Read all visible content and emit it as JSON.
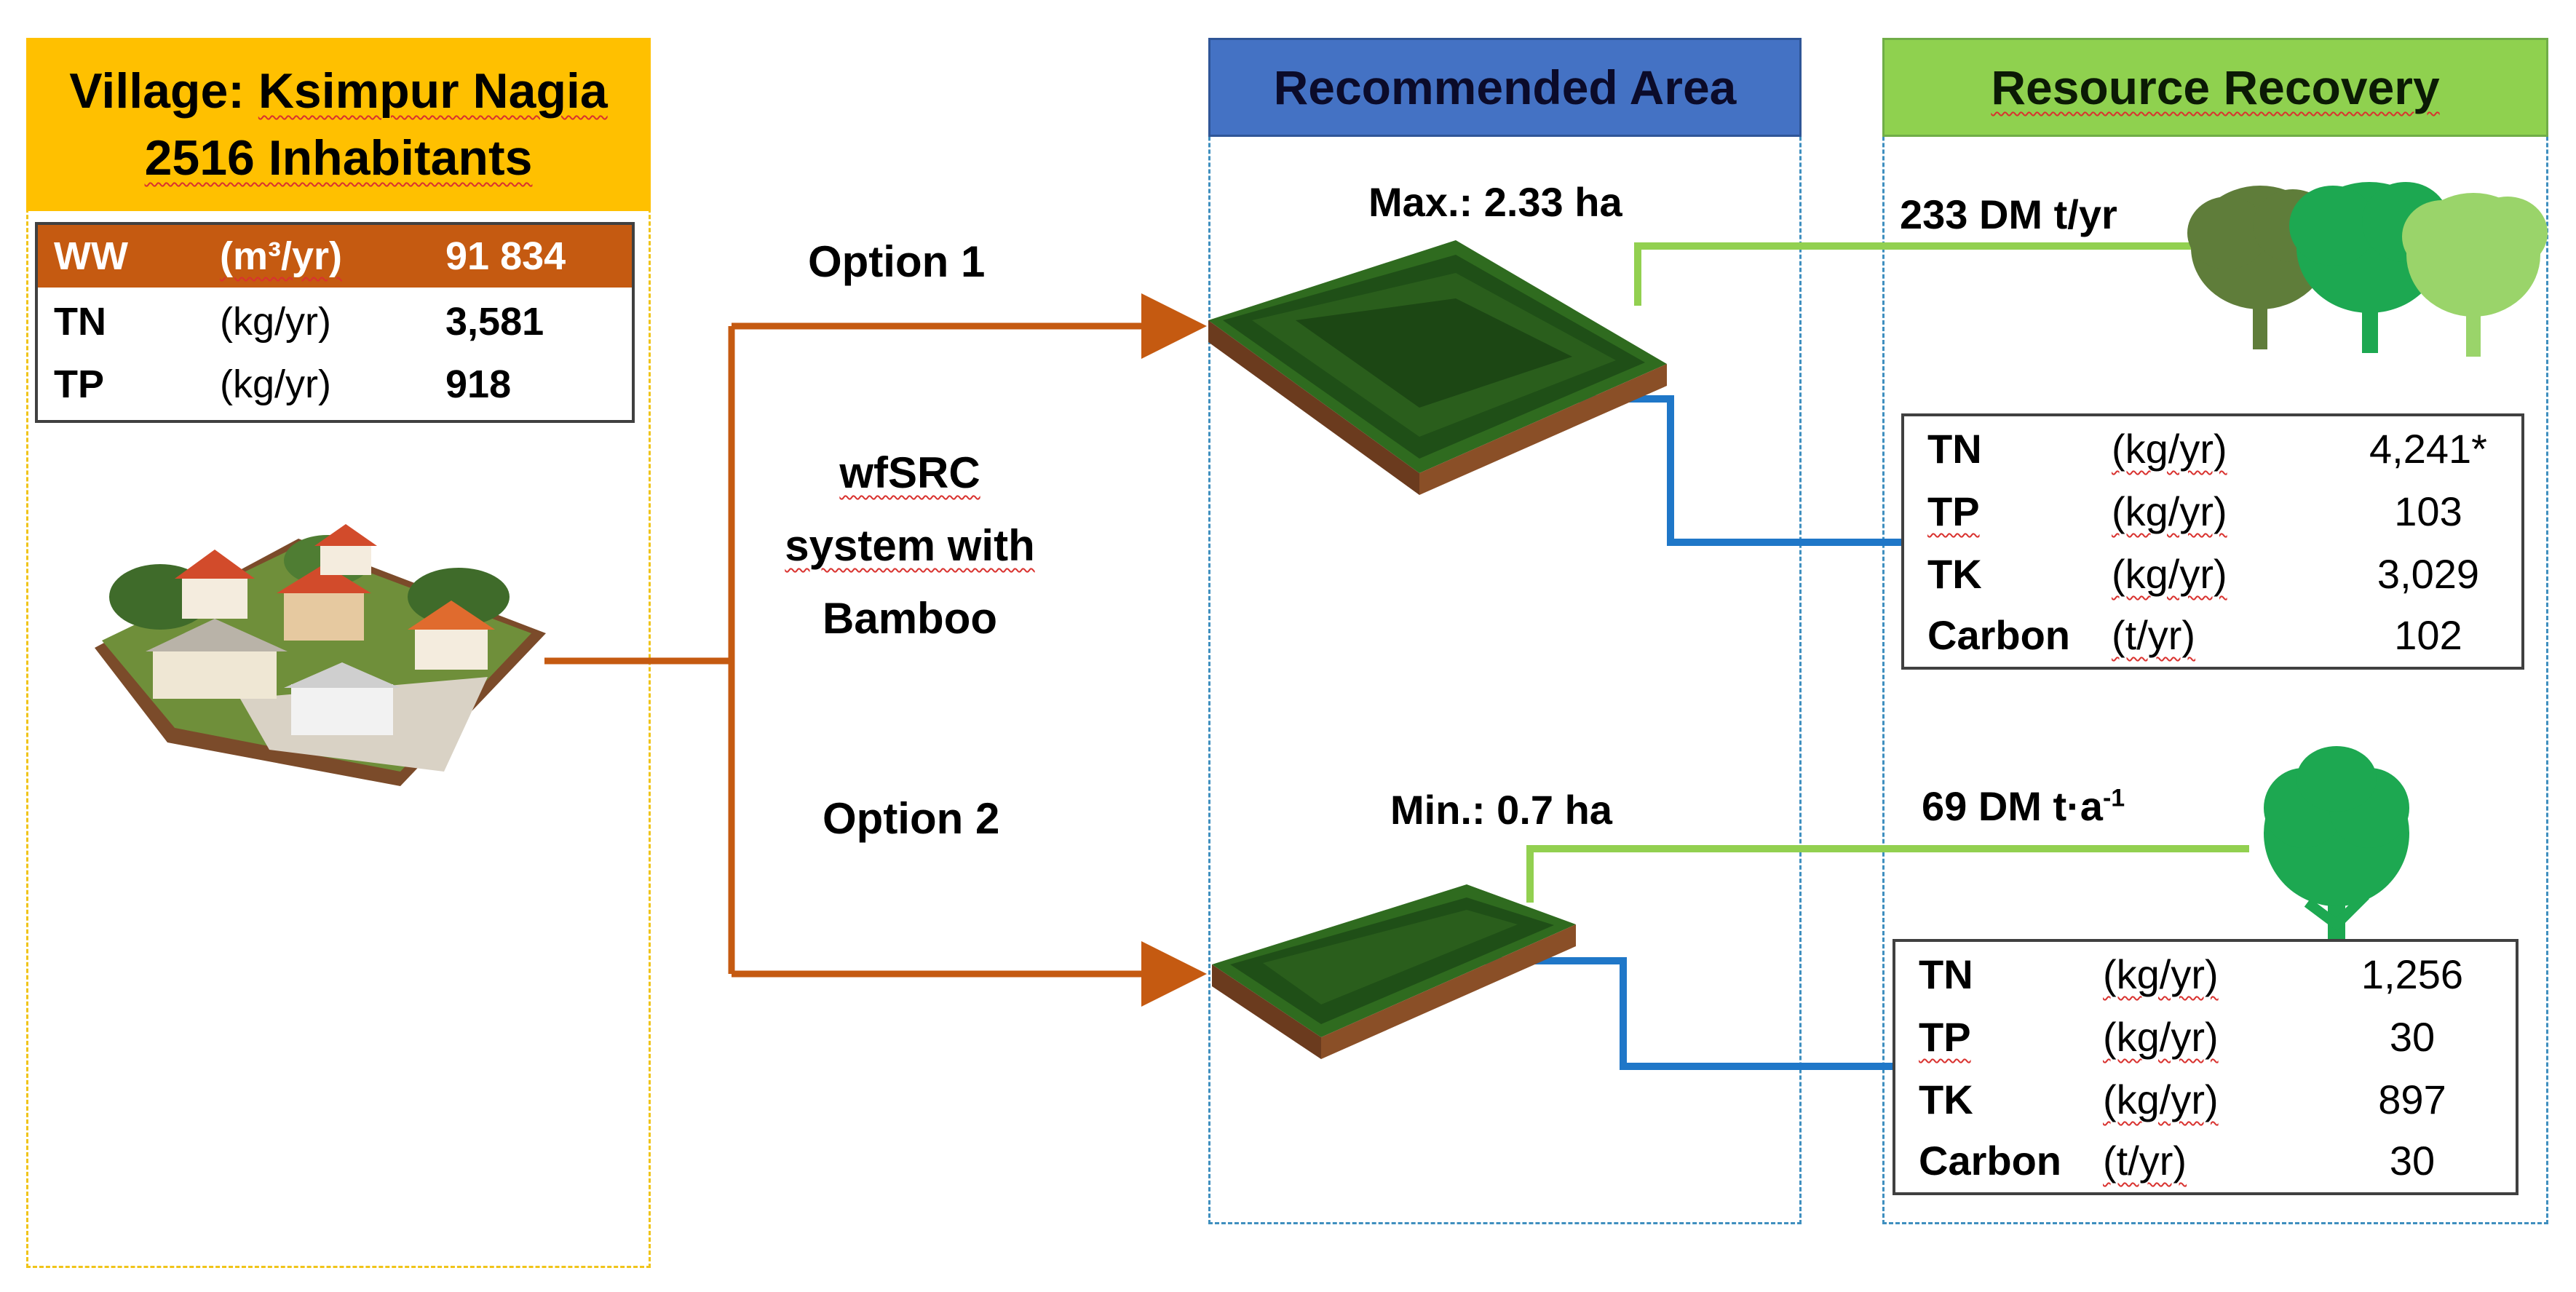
{
  "village": {
    "title_line1_prefix": "Village: ",
    "title_line1_name": "Ksimpur Nagia",
    "title_line2": "2516 Inhabitants",
    "table": {
      "header": {
        "name": "WW",
        "unit": "(m³/yr)",
        "value": "91 834"
      },
      "rows": [
        {
          "name": "TN",
          "unit": "(kg/yr)",
          "value": "3,581"
        },
        {
          "name": "TP",
          "unit": "(kg/yr)",
          "value": "918"
        }
      ]
    }
  },
  "options": {
    "option1": "Option 1",
    "option2": "Option 2",
    "system_line1": "wfSRC",
    "system_line2": "system with",
    "system_line3": "Bamboo"
  },
  "area": {
    "header": "Recommended Area",
    "max": "Max.: 2.33 ha",
    "min": "Min.: 0.7 ha"
  },
  "recovery": {
    "header": "Resource Recovery",
    "option1_yield": "233 DM t/yr",
    "option2_yield_base": "69 DM t·a",
    "option2_yield_sup": "-1",
    "table1": [
      {
        "name": "TN",
        "unit": "(kg/yr)",
        "value": "4,241*"
      },
      {
        "name": "TP",
        "unit": "(kg/yr)",
        "value": "103"
      },
      {
        "name": "TK",
        "unit": "(kg/yr)",
        "value": "3,029"
      },
      {
        "name": "Carbon",
        "unit": "(t/yr)",
        "value": "102"
      }
    ],
    "table2": [
      {
        "name": "TN",
        "unit": "(kg/yr)",
        "value": "1,256"
      },
      {
        "name": "TP",
        "unit": "(kg/yr)",
        "value": "30"
      },
      {
        "name": "TK",
        "unit": "(kg/yr)",
        "value": "897"
      },
      {
        "name": "Carbon",
        "unit": "(t/yr)",
        "value": "30"
      }
    ]
  },
  "colors": {
    "village_header": "#ffc000",
    "ww_row": "#c55a11",
    "area_header": "#4472c4",
    "recovery_header": "#8fd14f",
    "flow_arrow": "#c55a11",
    "biomass_line": "#92d050",
    "nutrient_line": "#1f77c8"
  },
  "icons": [
    "village-houses-icon",
    "plantation-plot-icon",
    "tree-icon"
  ]
}
